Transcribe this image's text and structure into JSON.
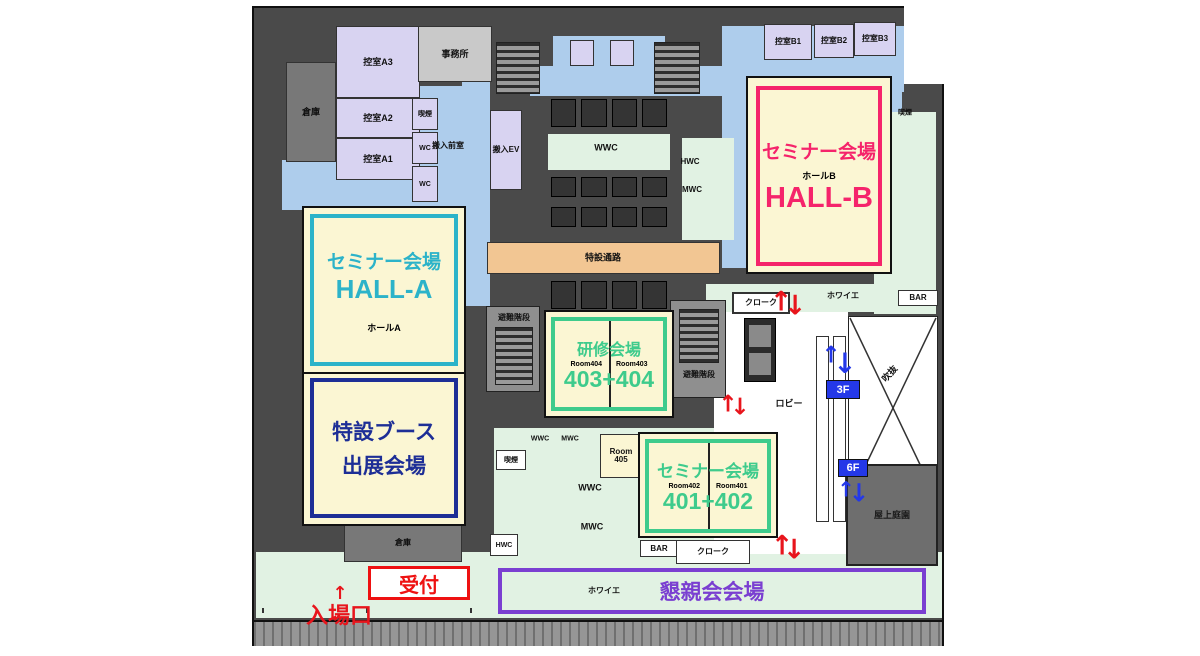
{
  "colors": {
    "hall_b_accent": "#f5246b",
    "hall_a_accent": "#2cb3c9",
    "booth_accent": "#1d2e96",
    "green_accent": "#3ecb8c",
    "red_accent": "#ee1111",
    "party_accent": "#7a3fd1",
    "floor_badge_blue": "#2438e8",
    "corridor_blue": "#aecdec",
    "foyer_green": "#e1f2e3",
    "passage_orange": "#f2c693",
    "hall_fill": "#fbf6d3",
    "wall_dark": "#4a4a4a"
  },
  "venues": {
    "hall_b": {
      "category": "セミナー会場",
      "hall_jp": "ホールB",
      "name": "HALL-B"
    },
    "hall_a": {
      "category": "セミナー会場",
      "name": "HALL-A",
      "hall_jp": "ホールA"
    },
    "booth": {
      "line1": "特設ブース",
      "line2": "出展会場"
    },
    "training": {
      "category": "研修会場",
      "name": "403+404",
      "room_left": "Room404",
      "room_right": "Room403"
    },
    "seminar_401_402": {
      "category": "セミナー会場",
      "name": "401+402",
      "room_left": "Room402",
      "room_right": "Room401"
    },
    "party": {
      "name": "懇親会会場"
    },
    "reception": {
      "name": "受付"
    },
    "entrance": {
      "name": "入場口"
    }
  },
  "rooms": {
    "office": "事務所",
    "hikae_a3": "控室A3",
    "hikae_a2": "控室A2",
    "hikae_a1": "控室A1",
    "storage_top": "倉庫",
    "storage_bottom": "倉庫",
    "smoking_top": "喫煙",
    "smoking_right": "喫煙",
    "smoking_lower": "喫煙",
    "wc_upper": "WC",
    "wc_lower": "WC",
    "carry_in_room": "搬入前室",
    "carry_in_ev": "搬入EV",
    "hikae_b1": "控室B1",
    "hikae_b2": "控室B2",
    "hikae_b3": "控室B3",
    "wwc_top": "WWC",
    "hwc_top": "HWC",
    "mwc_top": "MWC",
    "special_passage": "特設通路",
    "escape_stairs_left": "避難階段",
    "escape_stairs_right": "避難階段",
    "lobby": "ロビー",
    "atrium": "吹抜",
    "cloak_upper": "クローク",
    "cloak_lower": "クローク",
    "foyer_right": "ホワイエ",
    "foyer_bottom": "ホワイエ",
    "bar_right": "BAR",
    "bar_lower": "BAR",
    "room405_l1": "Room",
    "room405_l2": "405",
    "wwc_mid_small": "WWC",
    "mwc_mid_small": "MWC",
    "wwc_center": "WWC",
    "mwc_center": "MWC",
    "hwc_lower": "HWC",
    "roof_garden": "屋上庭園"
  },
  "floor_badges": {
    "f3": "3F",
    "f6": "6F"
  },
  "icons": {
    "arrow_up": "↑",
    "arrow_down": "↓"
  }
}
